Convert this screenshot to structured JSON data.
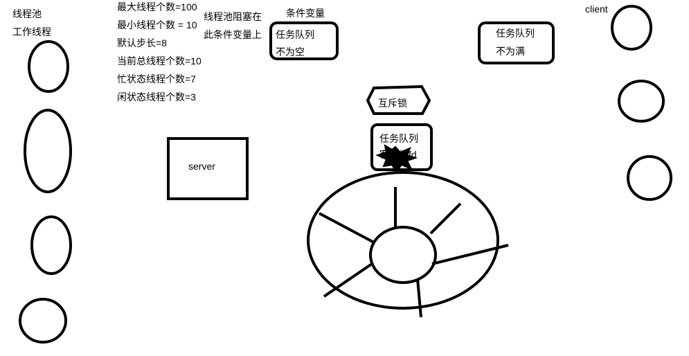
{
  "thread_pool": {
    "title": "线程池",
    "workers_label": "工作线程"
  },
  "params": [
    "最大线程个数=100",
    "最小线程个数 = 10",
    "默认步长=8",
    "当前总线程个数=10",
    "忙状态线程个数=7",
    "闲状态线程个数=3"
  ],
  "cond_var": {
    "blocked_line1": "线程池阻塞在",
    "blocked_line2": "此条件变量上",
    "label": "条件变量",
    "not_empty_line1": "任务队列",
    "not_empty_line2": "不为空",
    "not_full_line1": "任务队列",
    "not_full_line2": "不为满"
  },
  "mutex": {
    "label": "互斥锁"
  },
  "task_queue": {
    "line1": "任务队列",
    "line2": "客户端fd"
  },
  "server": {
    "label": "server"
  },
  "client": {
    "label": "client"
  }
}
